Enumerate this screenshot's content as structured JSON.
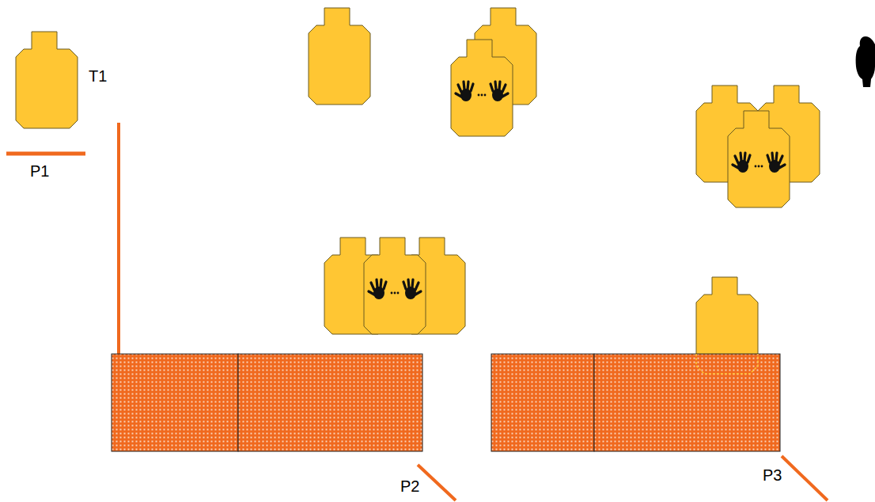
{
  "diagram": {
    "labels": [
      "T1",
      "P1",
      "P2",
      "P3"
    ]
  }
}
